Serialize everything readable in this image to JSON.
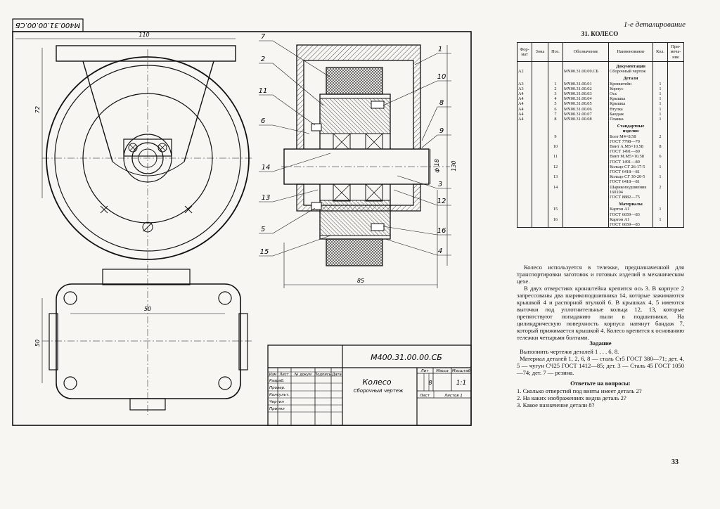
{
  "header": {
    "running_title": "1-е деталирование",
    "section_title": "31. КОЛЕСО",
    "page_number": "33"
  },
  "drawing": {
    "title_block": {
      "designation": "М400.31.00.00.СБ",
      "designation_rotated": "М400.31.00.00.СБ",
      "name": "Колесо",
      "subtitle": "Сборочный чертеж",
      "col_labels": [
        "Изм",
        "Лист",
        "№ докум",
        "Подпись",
        "Дата"
      ],
      "rows": [
        "Разраб.",
        "Провер.",
        "Консульт.",
        "Чертил",
        "Принял"
      ],
      "lit_label": "Лит",
      "mass_label": "Масса",
      "scale_label": "Масштаб",
      "scale": "1:1",
      "sheet_label": "Лист",
      "sheets_label": "Листов 1",
      "small": "8"
    },
    "dims": {
      "d1": "110",
      "d2": "72",
      "d3": "50",
      "d4": "50",
      "d5": "130",
      "d6": "85",
      "d7": "ф 18"
    },
    "callouts": [
      "1",
      "2",
      "3",
      "4",
      "5",
      "6",
      "7",
      "8",
      "9",
      "10",
      "11",
      "12",
      "13",
      "14",
      "15",
      "16"
    ]
  },
  "spec": {
    "headers": [
      "Фор-мат",
      "Зона",
      "Поз.",
      "Обозначение",
      "Наименование",
      "Кол.",
      "При-меча-ние"
    ],
    "sections": {
      "docs": "Документация",
      "parts": "Детали",
      "std": "Стандартные изделия",
      "materials": "Материалы"
    },
    "doc_row": {
      "fmt": "А2",
      "des": "МЧ00.31.00.00.СБ",
      "name": "Сборочный чертеж"
    },
    "parts": [
      {
        "fmt": "А3",
        "pos": "1",
        "des": "МЧ00.31.00.01",
        "name": "Кронштейн",
        "qty": "1"
      },
      {
        "fmt": "А3",
        "pos": "2",
        "des": "МЧ00.31.00.02",
        "name": "Корпус",
        "qty": "1"
      },
      {
        "fmt": "А4",
        "pos": "3",
        "des": "МЧ00.31.00.03",
        "name": "Ось",
        "qty": "1"
      },
      {
        "fmt": "А4",
        "pos": "4",
        "des": "МЧ00.31.00.04",
        "name": "Крышка",
        "qty": "1"
      },
      {
        "fmt": "А4",
        "pos": "5",
        "des": "МЧ00.31.00.05",
        "name": "Крышка",
        "qty": "1"
      },
      {
        "fmt": "А4",
        "pos": "6",
        "des": "МЧ00.31.00.06",
        "name": "Втулка",
        "qty": "1"
      },
      {
        "fmt": "А4",
        "pos": "7",
        "des": "МЧ00.31.00.07",
        "name": "Бандаж",
        "qty": "1"
      },
      {
        "fmt": "А4",
        "pos": "8",
        "des": "МЧ00.31.00.08",
        "name": "Планка",
        "qty": "1"
      }
    ],
    "std": [
      {
        "pos": "9",
        "name1": "Болт М4×8.58",
        "name2": "ГОСТ 7798—70",
        "qty": "2"
      },
      {
        "pos": "10",
        "name1": "Винт А.М5×10.58",
        "name2": "ГОСТ 1491—80",
        "qty": "8"
      },
      {
        "pos": "11",
        "name1": "Винт М.М5×10.58",
        "name2": "ГОСТ 1491—80",
        "qty": "6"
      },
      {
        "pos": "12",
        "name1": "Кольцо СГ 26-17-5",
        "name2": "ГОСТ 6418—81",
        "qty": "1"
      },
      {
        "pos": "13",
        "name1": "Кольцо СГ 30-20-5",
        "name2": "ГОСТ 6418—81",
        "qty": "1"
      },
      {
        "pos": "14",
        "name1": "Шарикоподшипник 160104",
        "name2": "ГОСТ 8882—75",
        "qty": "2"
      }
    ],
    "materials": [
      {
        "pos": "15",
        "name1": "Картон А1",
        "name2": "ГОСТ 6659—83",
        "qty": "1"
      },
      {
        "pos": "16",
        "name1": "Картон А1",
        "name2": "ГОСТ 6659—83",
        "qty": "1"
      }
    ]
  },
  "description": [
    "Колесо используется в тележке, предназначенной для транспортировки заготовок и готовых изделий в механическом цехе.",
    "В двух отверстиях кронштейна крепится ось 3. В корпусе 2 запрессованы два шарикоподшипника 14, которые зажимаются крышкой 4 и распорной втулкой 6. В крышках 4, 5 имеются выточки под уплотнительные кольца 12, 13, которые препятствуют попаданию пыли в подшипники. На цилиндрическую поверхность корпуса натянут бандаж 7, который прижимается крышкой 4. Колесо крепится к основанию тележки четырьмя болтами."
  ],
  "task": {
    "title": "Задание",
    "line1": "Выполнить чертежи деталей 1 . . . 6, 8.",
    "line2": "Материал деталей 1, 2, 6, 8 — сталь Ст5 ГОСТ 380—71; дет. 4, 5 — чугун СЧ25 ГОСТ 1412—85; дет. 3 — Сталь 45 ГОСТ 1050—74; дет. 7 — резина.",
    "questions_title": "Ответьте на вопросы:",
    "questions": [
      "1. Сколько отверстий под винты имеет деталь 2?",
      "2. На каких изображениях видна деталь 2?",
      "3. Какое назначение детали 8?"
    ]
  }
}
